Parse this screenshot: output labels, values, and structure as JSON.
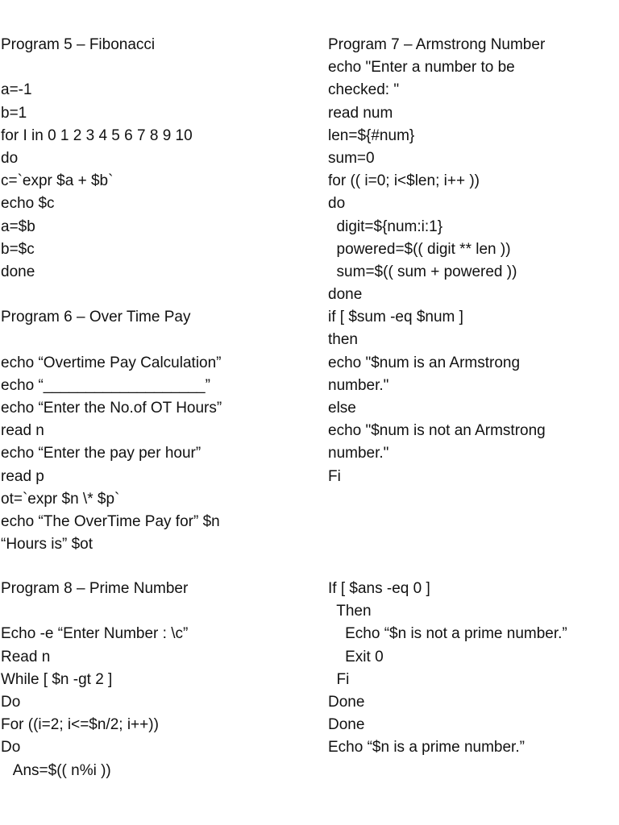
{
  "program5": {
    "lines": [
      "Program 5 – Fibonacci",
      "",
      "a=-1",
      "b=1",
      "for I in 0 1 2 3 4 5 6 7 8 9 10",
      "do",
      "c=`expr $a + $b`",
      "echo $c",
      "a=$b",
      "b=$c",
      "done",
      "",
      "Program 6 – Over Time Pay",
      "",
      "echo “Overtime Pay Calculation”",
      "echo “___________________”",
      "echo “Enter the No.of OT Hours”",
      "read n",
      "echo “Enter the pay per hour”",
      "read p",
      "ot=`expr $n \\* $p`",
      "echo “The OverTime Pay for” $n",
      "“Hours is” $ot"
    ]
  },
  "program7": {
    "lines": [
      "Program 7 – Armstrong Number",
      "echo \"Enter a number to be",
      "checked: \"",
      "read num",
      "len=${#num}",
      "sum=0",
      "for (( i=0; i<$len; i++ ))",
      "do",
      "  digit=${num:i:1}",
      "  powered=$(( digit ** len ))",
      "  sum=$(( sum + powered ))",
      "done",
      "if [ $sum -eq $num ]",
      "then",
      "echo \"$num is an Armstrong",
      "number.\"",
      "else",
      "echo \"$num is not an Armstrong",
      "number.\"",
      "Fi"
    ]
  },
  "program8": {
    "lines": [
      "Program 8 – Prime Number",
      "",
      "Echo -e “Enter Number : \\c”",
      "Read n",
      "While [ $n -gt 2 ]",
      "Do",
      "For ((i=2; i<=$n/2; i++))",
      "Do",
      "   Ans=$(( n%i ))"
    ]
  },
  "program8_cont": {
    "lines": [
      "If [ $ans -eq 0 ]",
      "  Then",
      "    Echo “$n is not a prime number.”",
      "    Exit 0",
      "  Fi",
      "Done",
      "Done",
      "Echo “$n is a prime number.”"
    ]
  }
}
